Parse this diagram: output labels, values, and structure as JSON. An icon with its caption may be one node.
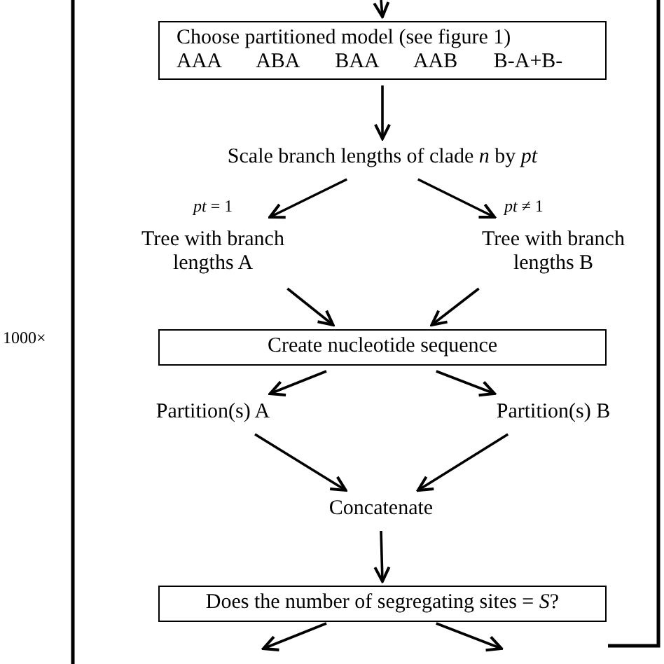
{
  "diagram": {
    "nodes": [
      {
        "text": [
          "Choose partitioned model (see figure 1)",
          "AAA ABA BAA AAB B-A+B-"
        ]
      },
      {
        "text": [
          "Scale branch lengths of clade *n* by *pt*"
        ]
      },
      {
        "text": [
          "Tree with branch lengths A"
        ]
      },
      {
        "text": [
          "Tree with branch lengths B"
        ]
      },
      {
        "text": [
          "Create nucleotide sequence"
        ]
      },
      {
        "text": [
          "Partition(s) A"
        ]
      },
      {
        "text": [
          "Partition(s) B"
        ]
      },
      {
        "text": [
          "Concatenate"
        ]
      },
      {
        "text": [
          "Does the number of segregating sites = *S*?"
        ]
      }
    ],
    "edges": [
      {
        "from": null,
        "to": 0,
        "arrow": "to"
      },
      {
        "from": 0,
        "to": 1,
        "arrow": "to"
      },
      {
        "from": 1,
        "to": 2,
        "arrow": "to",
        "label": "*pt* = 1"
      },
      {
        "from": 1,
        "to": 3,
        "arrow": "to",
        "label": "*pt* ≠ 1"
      },
      {
        "from": 2,
        "to": 4,
        "arrow": "to"
      },
      {
        "from": 3,
        "to": 4,
        "arrow": "to"
      },
      {
        "from": 4,
        "to": 5,
        "arrow": "to"
      },
      {
        "from": 4,
        "to": 6,
        "arrow": "to"
      },
      {
        "from": 5,
        "to": 7,
        "arrow": "to"
      },
      {
        "from": 6,
        "to": 7,
        "arrow": "to"
      },
      {
        "from": 7,
        "to": 8,
        "arrow": "to"
      },
      {
        "from": 8,
        "to": null,
        "arrow": "to"
      },
      {
        "from": 8,
        "to": null,
        "arrow": "to"
      }
    ],
    "labels": [
      "1000×"
    ]
  }
}
